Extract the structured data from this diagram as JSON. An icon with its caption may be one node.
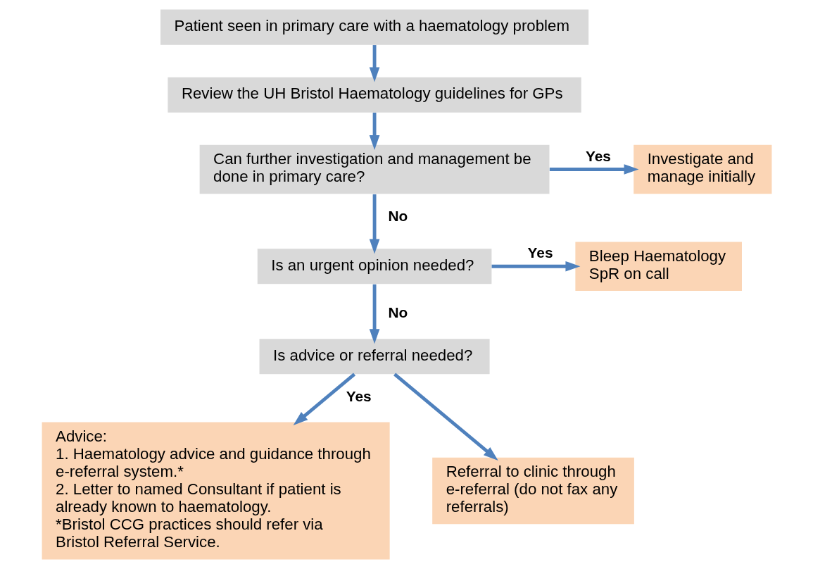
{
  "diagram": {
    "nodes": [
      {
        "text": [
          "Patient seen in primary care with a haematology problem"
        ]
      },
      {
        "text": [
          "Review the UH Bristol Haematology guidelines for GPs"
        ]
      },
      {
        "text": [
          "Can further investigation and management be done in primary care?"
        ]
      },
      {
        "text": [
          "Investigate and manage initially"
        ]
      },
      {
        "text": [
          "Is an urgent opinion needed?"
        ]
      },
      {
        "text": [
          "Bleep Haematology SpR on call"
        ]
      },
      {
        "text": [
          "Is advice or referral needed?"
        ]
      },
      {
        "text": [
          "Advice:",
          "1. Haematology advice and guidance through e-referral system.*",
          "2. Letter to named Consultant if patient is already known to haematology.",
          "*Bristol CCG practices should refer via Bristol Referral Service."
        ]
      },
      {
        "text": [
          "Referral to clinic through e-referral (do not fax any referrals)"
        ]
      }
    ],
    "edges": [
      {
        "from": 0,
        "to": 1,
        "arrow": "to"
      },
      {
        "from": 1,
        "to": 2,
        "arrow": "to"
      },
      {
        "from": 2,
        "to": 3,
        "arrow": "to",
        "label": "Yes"
      },
      {
        "from": 2,
        "to": 4,
        "arrow": "to",
        "label": "No"
      },
      {
        "from": 4,
        "to": 5,
        "arrow": "to",
        "label": "Yes"
      },
      {
        "from": 4,
        "to": 6,
        "arrow": "to",
        "label": "No"
      },
      {
        "from": 6,
        "to": 7,
        "arrow": "to",
        "label": "Yes"
      },
      {
        "from": 6,
        "to": 8,
        "arrow": "to"
      }
    ]
  }
}
